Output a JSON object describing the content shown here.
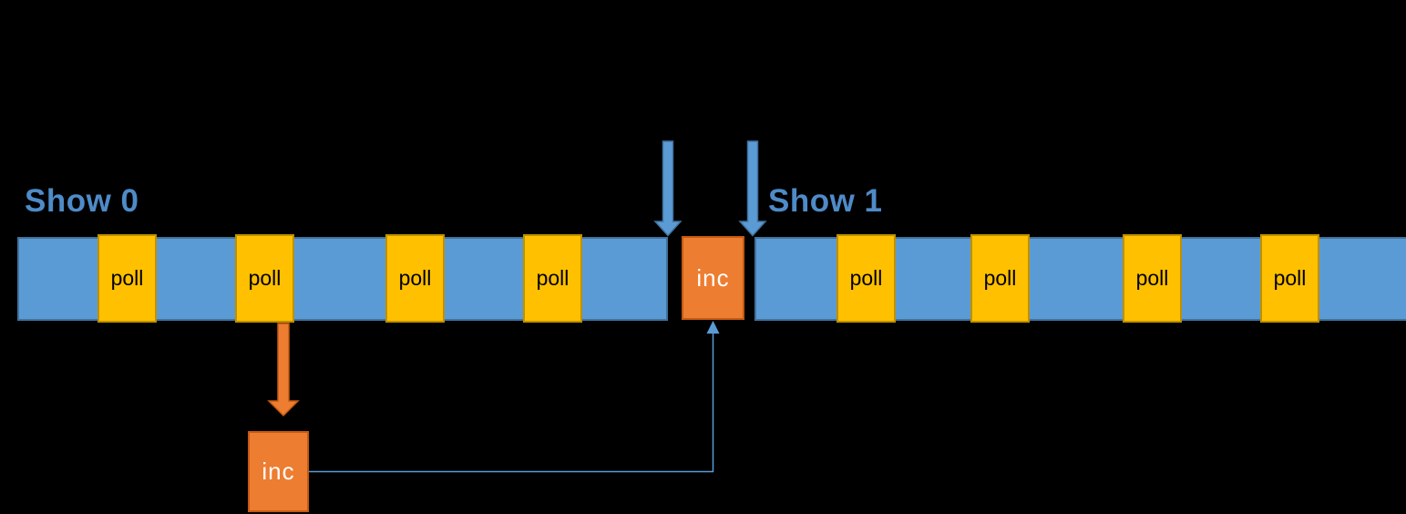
{
  "diagram": {
    "type": "event-timeline",
    "background": "#000000",
    "colors": {
      "bar_fill": "#5B9BD5",
      "bar_border": "#41719C",
      "poll_fill": "#FFC000",
      "poll_border": "#BF9000",
      "inc_fill": "#ED7D31",
      "inc_border": "#C55A11",
      "label_blue": "#4E8BC8",
      "connector_blue": "#5B9BD5",
      "arrow_blue_fill": "#5B9BD5",
      "arrow_blue_border": "#41719C",
      "arrow_orange_fill": "#ED7D31",
      "arrow_orange_border": "#C55A11"
    },
    "show0": {
      "label": "Show 0"
    },
    "show1": {
      "label": "Show 1"
    },
    "poll_label": "poll",
    "inc_timeline": {
      "label": "inc"
    },
    "inc_below": {
      "label": "inc"
    },
    "events": {
      "show0_poll_count": 4,
      "show1_poll_count": 4,
      "show0_poll_x": [
        107,
        258,
        423,
        574
      ],
      "show1_poll_x": [
        918,
        1065,
        1232,
        1383
      ],
      "boundary_arrows_x": [
        733,
        826
      ],
      "orange_arrow_x": 311,
      "connector_path": "from inc box below timeline, right then up into timeline inc box"
    }
  }
}
